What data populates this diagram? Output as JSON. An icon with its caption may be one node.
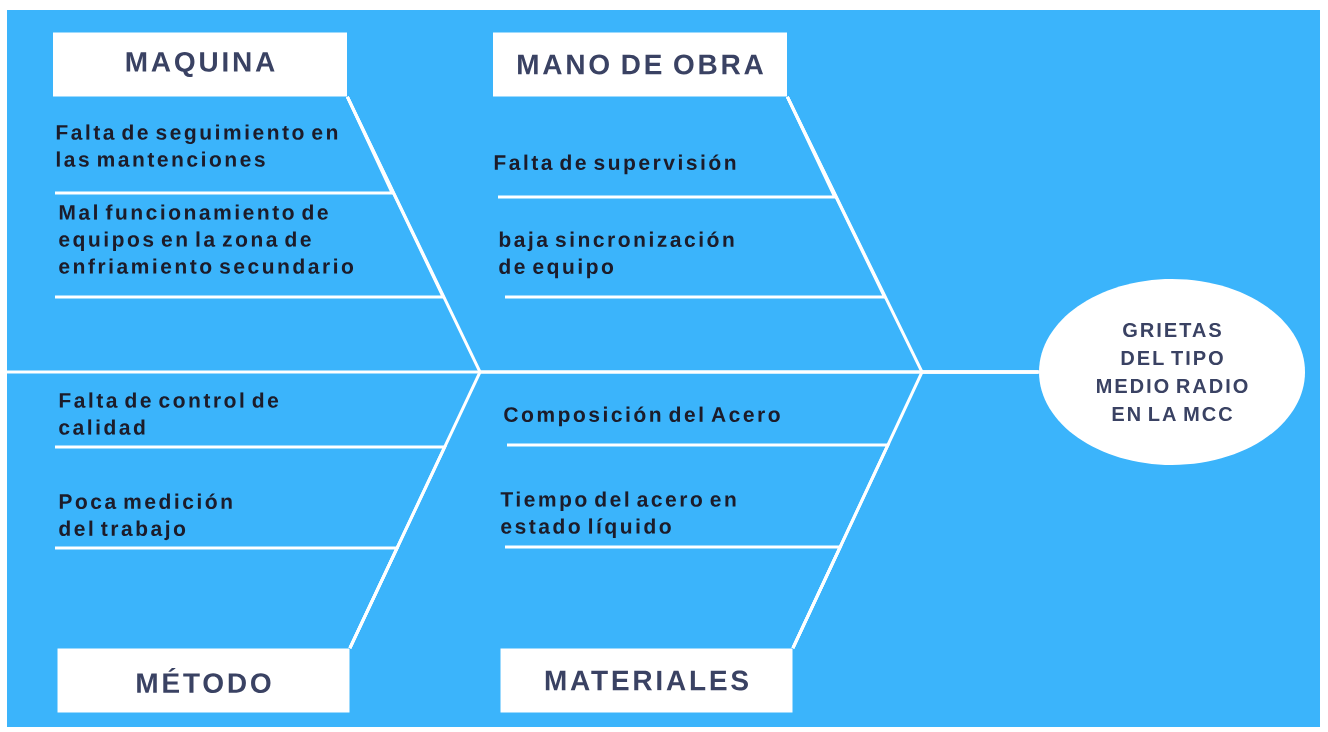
{
  "diagram": {
    "nodes": [
      {
        "text": [
          "MAQUINA"
        ]
      },
      {
        "text": [
          "MANO DE OBRA"
        ]
      },
      {
        "text": [
          "Falta de seguimiento en las mantenciones"
        ]
      },
      {
        "text": [
          "Mal funcionamiento de equipos en la zona de enfriamiento secundario"
        ]
      },
      {
        "text": [
          "Falta de supervisión"
        ]
      },
      {
        "text": [
          "baja sincronización de equipo"
        ]
      },
      {
        "text": [
          "GRIETAS DEL TIPO MEDIO RADIO EN LA MCC"
        ]
      },
      {
        "text": [
          "Falta de control de calidad"
        ]
      },
      {
        "text": [
          "Poca medición del trabajo"
        ]
      },
      {
        "text": [
          "Composición del Acero"
        ]
      },
      {
        "text": [
          "Tiempo del acero en estado líquido"
        ]
      },
      {
        "text": [
          "MÉTODO"
        ]
      },
      {
        "text": [
          "MATERIALES"
        ]
      }
    ],
    "edges": [
      {
        "from": 0,
        "to": 6,
        "arrow": "none"
      },
      {
        "from": 1,
        "to": 6,
        "arrow": "none"
      },
      {
        "from": 11,
        "to": 6,
        "arrow": "none"
      },
      {
        "from": 12,
        "to": 6,
        "arrow": "none"
      },
      {
        "from": 2,
        "to": 0,
        "arrow": "none"
      },
      {
        "from": 3,
        "to": 0,
        "arrow": "none"
      },
      {
        "from": 4,
        "to": 1,
        "arrow": "none"
      },
      {
        "from": 5,
        "to": 1,
        "arrow": "none"
      },
      {
        "from": 7,
        "to": 11,
        "arrow": "none"
      },
      {
        "from": 8,
        "to": 11,
        "arrow": "none"
      },
      {
        "from": 9,
        "to": 12,
        "arrow": "none"
      },
      {
        "from": 10,
        "to": 12,
        "arrow": "none"
      }
    ]
  }
}
